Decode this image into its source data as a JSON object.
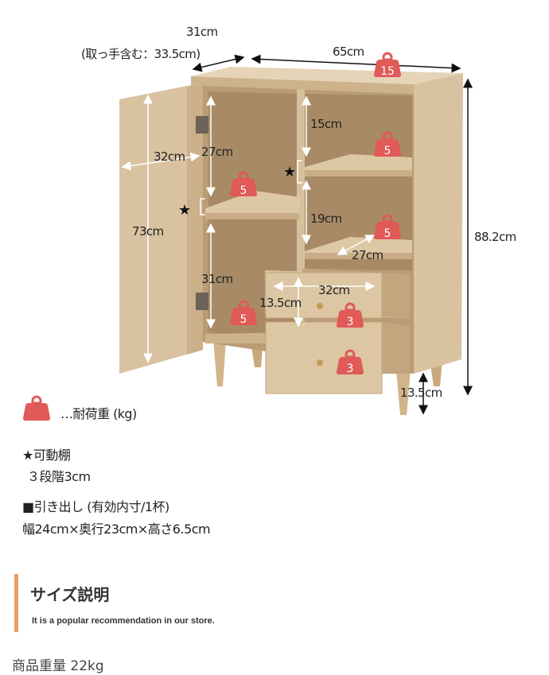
{
  "dimensions": {
    "depth": "31cm",
    "depth_with_handle": "(取っ手含む：33.5cm)",
    "width": "65cm",
    "height": "88.2cm",
    "door_depth": "32cm",
    "left_inner_depth": "27cm",
    "right_top_gap": "15cm",
    "right_mid_gap": "19cm",
    "right_shelf_depth": "27cm",
    "left_height": "73cm",
    "left_lower_gap": "31cm",
    "drawer_width": "32cm",
    "drawer_height": "13.5cm",
    "leg_height": "13.5cm"
  },
  "load_capacity": {
    "top": "15",
    "left_shelf": "5",
    "right_upper_shelf": "5",
    "right_lower_shelf": "5",
    "left_bottom": "5",
    "drawer_upper": "3",
    "drawer_lower": "3"
  },
  "colors": {
    "weight_icon": "#e05a57",
    "accent_bar": "#e8a06a",
    "wood": "#d8c2a0"
  },
  "legend": {
    "icon": "weight-icon",
    "label": "…耐荷重 (kg)"
  },
  "notes": {
    "movable_shelf": "★可動棚",
    "movable_steps": "３段階3cm",
    "drawer_title": "■引き出し (有効内寸/1杯)",
    "drawer_size": "幅24cm×奥行23cm×高さ6.5cm"
  },
  "section": {
    "title": "サイズ説明",
    "subtitle": "It is a popular recommendation in our store."
  },
  "product_weight": "商品重量 22kg"
}
